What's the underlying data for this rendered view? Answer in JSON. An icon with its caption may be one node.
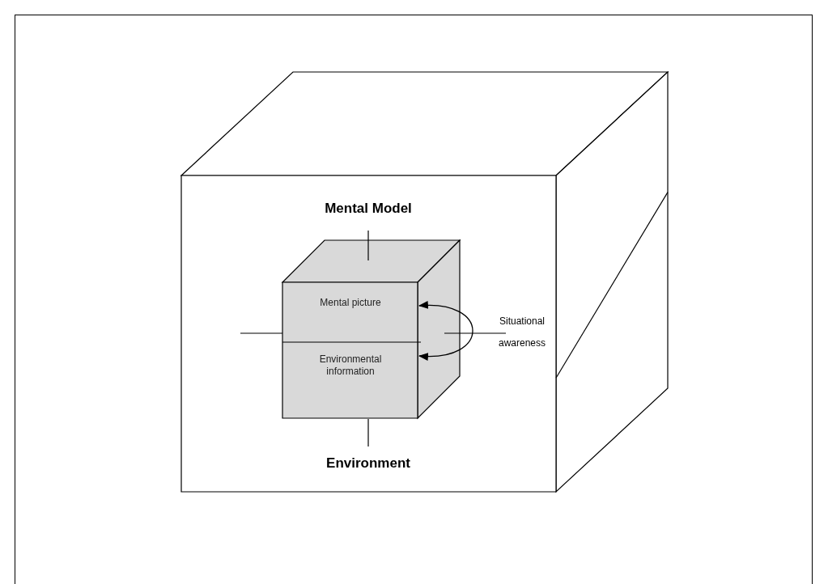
{
  "diagram": {
    "nodes": [
      {
        "text": [],
        "shape": "box"
      },
      {
        "text": [],
        "shape": "box",
        "in": 0
      },
      {
        "text": [
          "Mental picture"
        ],
        "in": 1
      },
      {
        "text": [
          "Environmental information"
        ],
        "in": 1
      }
    ],
    "edges": [
      {
        "from": 2,
        "to": 3,
        "arrow": "both"
      }
    ],
    "labels": [
      "Mental Model",
      "Situational awareness",
      "Environment"
    ]
  }
}
